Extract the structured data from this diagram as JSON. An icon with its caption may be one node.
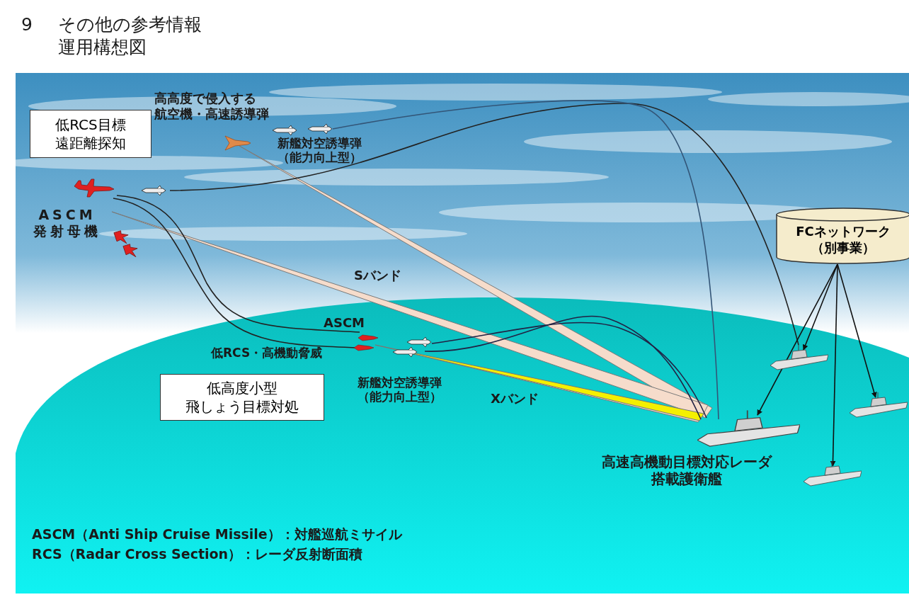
{
  "diagram": {
    "title": "その他の参考情報",
    "nodes": [
      {
        "text": [
          "低RCS目標遠距離探知"
        ]
      },
      {
        "text": [
          "低高度小型飛しょう目標対処"
        ]
      },
      {
        "text": [
          "FCネットワーク（別事業）"
        ]
      },
      {
        "text": [],
        "shape": "picture",
        "beside": [
          "高速高機動目標対応レーダ搭載護衛艦"
        ]
      },
      {
        "text": [],
        "shape": "picture"
      },
      {
        "text": [],
        "shape": "picture"
      },
      {
        "text": [],
        "shape": "picture"
      }
    ],
    "edges": [
      {
        "from": 2,
        "to": 3,
        "arrow": "to"
      },
      {
        "from": 2,
        "to": 4,
        "arrow": "to"
      },
      {
        "from": 2,
        "to": 5,
        "arrow": "to"
      },
      {
        "from": 2,
        "to": 6,
        "arrow": "to"
      }
    ],
    "labels": [
      "9",
      "運用構想図",
      "高高度で侵入する航空機・高速誘導弾",
      "新艦対空誘導弾（能力向上型）",
      "ASCM 発射母機",
      "Sバンド",
      "ASCM",
      "低RCS・高機動脅威",
      "新艦対空誘導弾（能力向上型）",
      "Xバンド",
      "ASCM（Anti Ship Cruise Missile）：対艦巡航ミサイル",
      "RCS（Radar Cross Section）：レーダ反射断面積"
    ]
  }
}
